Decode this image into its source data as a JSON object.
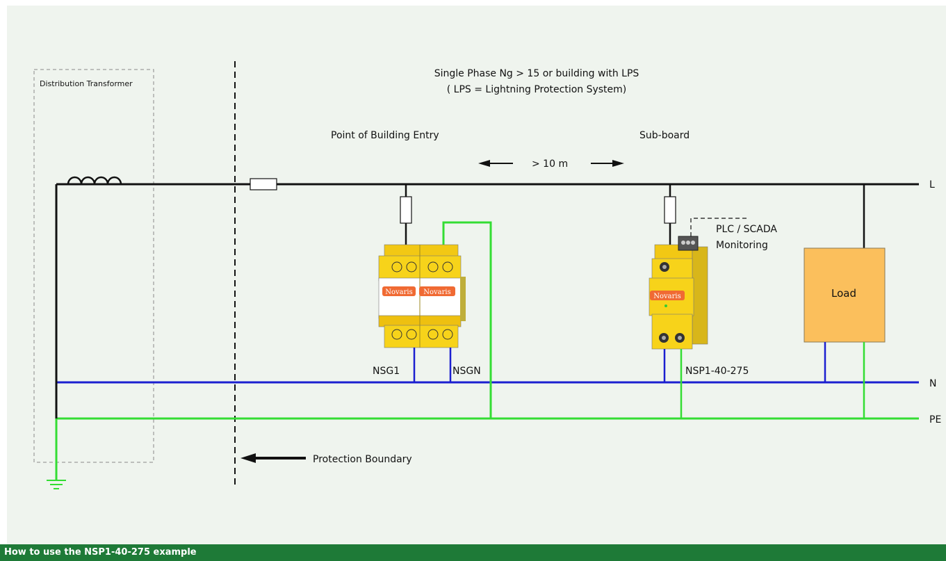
{
  "diagram": {
    "title_line1": "Single Phase Ng > 15 or building with LPS",
    "title_line2": "( LPS = Lightning Protection System)",
    "transformer_label": "Distribution Transformer",
    "entry_label": "Point of Building Entry",
    "subboard_label": "Sub-board",
    "distance_label": "> 10 m",
    "boundary_label": "Protection Boundary",
    "monitoring_label_1": "PLC / SCADA",
    "monitoring_label_2": "Monitoring",
    "load_label": "Load",
    "device_nsg1": "NSG1",
    "device_nsgn": "NSGN",
    "device_nsp1": "NSP1-40-275",
    "brand": "Novaris",
    "rail_l": "L",
    "rail_n": "N",
    "rail_pe": "PE"
  },
  "colors": {
    "background": "#eff4ee",
    "line_l": "#111111",
    "line_n": "#1b1fd0",
    "line_pe": "#33dd33",
    "device_yellow": "#f7d31a",
    "load_fill": "#fbbf5c",
    "caption_bar": "#1e7a37",
    "brand_badge": "#f06a33"
  },
  "caption": "How to use the NSP1-40-275 example"
}
